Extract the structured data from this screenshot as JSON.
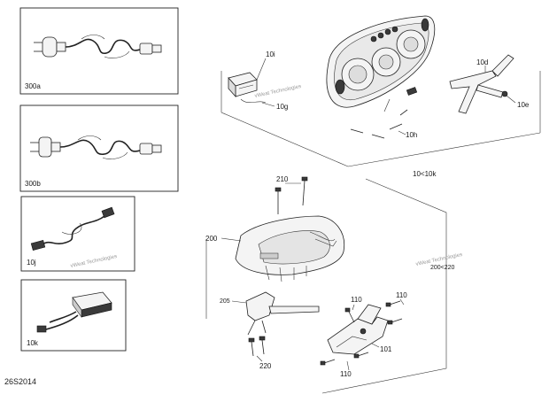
{
  "inset_boxes": [
    {
      "label": "300a"
    },
    {
      "label": "300b"
    },
    {
      "label": "10j"
    },
    {
      "label": "10k"
    }
  ],
  "callouts": {
    "c10i": "10i",
    "c10g": "10g",
    "c10d": "10d",
    "c10e": "10e",
    "c10h": "10h",
    "c10_10k": "10<10k",
    "c210": "210",
    "c200": "200",
    "c200_220": "200<220",
    "c205": "205",
    "c110a": "110",
    "c110b": "110",
    "c110c": "110",
    "c101": "101",
    "c220": "220"
  },
  "watermark": "vWeat Technologies",
  "diagram_id": "26S2014"
}
